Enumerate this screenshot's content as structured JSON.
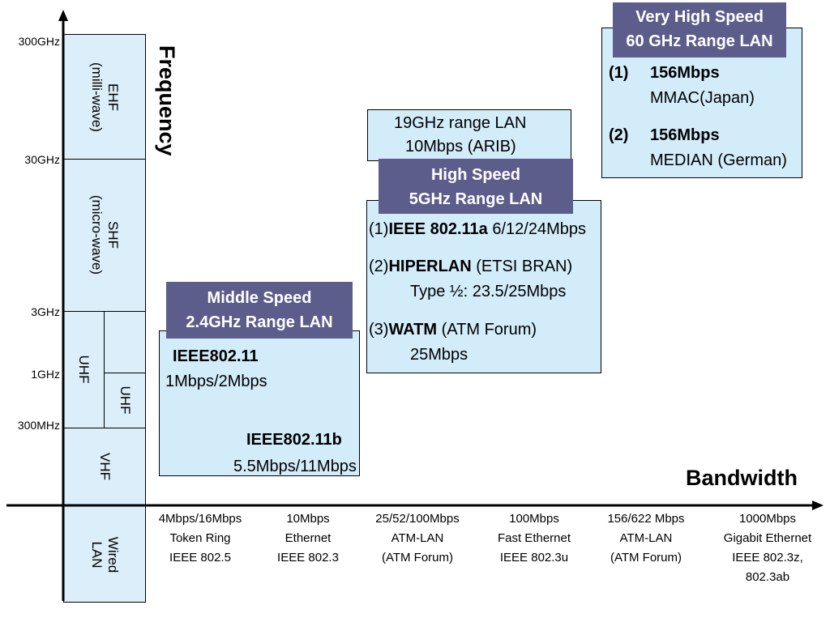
{
  "axis": {
    "y_title": "Frequency",
    "x_title": "Bandwidth"
  },
  "freq_ticks": [
    "300GHz",
    "30GHz",
    "3GHz",
    "1GHz",
    "300MHz"
  ],
  "bands": {
    "ehf": {
      "name": "EHF",
      "sub": "(milli-wave)"
    },
    "shf": {
      "name": "SHF",
      "sub": "(micro-wave)"
    },
    "uhf_outer": "UHF",
    "uhf_inner": "UHF",
    "vhf": "VHF",
    "wired": {
      "line1": "Wired",
      "line2": "LAN"
    }
  },
  "wired_lan": [
    {
      "l1": "4Mbps/16Mbps",
      "l2": "Token Ring",
      "l3": "IEEE 802.5",
      "l4": ""
    },
    {
      "l1": "10Mbps",
      "l2": "Ethernet",
      "l3": "IEEE 802.3",
      "l4": ""
    },
    {
      "l1": "25/52/100Mbps",
      "l2": "ATM-LAN",
      "l3": "(ATM Forum)",
      "l4": ""
    },
    {
      "l1": "100Mbps",
      "l2": "Fast Ethernet",
      "l3": "IEEE 802.3u",
      "l4": ""
    },
    {
      "l1": "156/622 Mbps",
      "l2": "ATM-LAN",
      "l3": "(ATM Forum)",
      "l4": ""
    },
    {
      "l1": "1000Mbps",
      "l2": "Gigabit Ethernet",
      "l3": "IEEE 802.3z,",
      "l4": "802.3ab"
    }
  ],
  "middle": {
    "header1": "Middle Speed",
    "header2": "2.4GHz Range LAN",
    "std1": "IEEE802.11",
    "std1_rate": "1Mbps/2Mbps",
    "std2": "IEEE802.11b",
    "std2_rate": "5.5Mbps/11Mbps"
  },
  "lan19": {
    "line1": "19GHz range LAN",
    "line2": "10Mbps (ARIB)"
  },
  "high": {
    "header1": "High Speed",
    "header2": "5GHz Range LAN",
    "i1_num": "(1)",
    "i1_name": "IEEE 802.11a",
    "i1_rest": " 6/12/24Mbps",
    "i2_num": "(2)",
    "i2_name": "HIPERLAN",
    "i2_rest": " (ETSI BRAN)",
    "i2_line2": "Type ½: 23.5/25Mbps",
    "i3_num": "(3)",
    "i3_name": "WATM",
    "i3_rest": " (ATM Forum)",
    "i3_line2": "25Mbps"
  },
  "very_high": {
    "header1": "Very High Speed",
    "header2": "60 GHz Range LAN",
    "i1_num": "(1)",
    "i1_rate": "156Mbps",
    "i1_name": "MMAC(Japan)",
    "i2_num": "(2)",
    "i2_rate": "156Mbps",
    "i2_name": "MEDIAN (German)"
  },
  "colors": {
    "header_bg": "#5d5d8c",
    "box_bg": "#d3ecfa",
    "band_bg": "#dbeefa"
  }
}
